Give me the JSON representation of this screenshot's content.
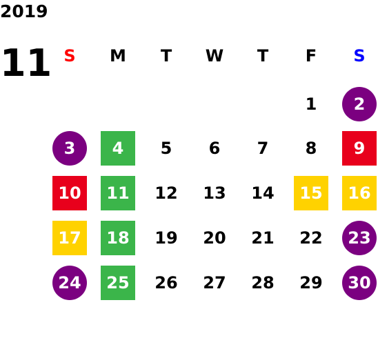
{
  "year": "2019",
  "month": "11",
  "weekdays": [
    {
      "label": "S",
      "color": "#ff0000"
    },
    {
      "label": "M",
      "color": "#000000"
    },
    {
      "label": "T",
      "color": "#000000"
    },
    {
      "label": "W",
      "color": "#000000"
    },
    {
      "label": "T",
      "color": "#000000"
    },
    {
      "label": "F",
      "color": "#000000"
    },
    {
      "label": "S",
      "color": "#0000ff"
    }
  ],
  "colors": {
    "purple": "#7b0080",
    "green": "#3bb54a",
    "red": "#e8001c",
    "yellow": "#ffd200"
  },
  "weeks": [
    [
      null,
      null,
      null,
      null,
      null,
      {
        "day": "1"
      },
      {
        "day": "2",
        "mark": "circle",
        "color": "purple"
      }
    ],
    [
      {
        "day": "3",
        "mark": "circle",
        "color": "purple"
      },
      {
        "day": "4",
        "mark": "square",
        "color": "green"
      },
      {
        "day": "5"
      },
      {
        "day": "6"
      },
      {
        "day": "7"
      },
      {
        "day": "8"
      },
      {
        "day": "9",
        "mark": "square",
        "color": "red"
      }
    ],
    [
      {
        "day": "10",
        "mark": "square",
        "color": "red"
      },
      {
        "day": "11",
        "mark": "square",
        "color": "green"
      },
      {
        "day": "12"
      },
      {
        "day": "13"
      },
      {
        "day": "14"
      },
      {
        "day": "15",
        "mark": "square",
        "color": "yellow"
      },
      {
        "day": "16",
        "mark": "square",
        "color": "yellow"
      }
    ],
    [
      {
        "day": "17",
        "mark": "square",
        "color": "yellow"
      },
      {
        "day": "18",
        "mark": "square",
        "color": "green"
      },
      {
        "day": "19"
      },
      {
        "day": "20"
      },
      {
        "day": "21"
      },
      {
        "day": "22"
      },
      {
        "day": "23",
        "mark": "circle",
        "color": "purple"
      }
    ],
    [
      {
        "day": "24",
        "mark": "circle",
        "color": "purple"
      },
      {
        "day": "25",
        "mark": "square",
        "color": "green"
      },
      {
        "day": "26"
      },
      {
        "day": "27"
      },
      {
        "day": "28"
      },
      {
        "day": "29"
      },
      {
        "day": "30",
        "mark": "circle",
        "color": "purple"
      }
    ]
  ]
}
